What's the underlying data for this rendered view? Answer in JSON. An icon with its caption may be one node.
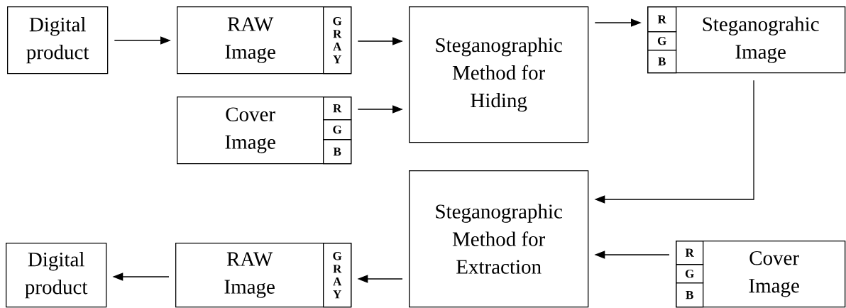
{
  "diagram": {
    "nodes": [
      {
        "text": [
          "Digital product"
        ]
      },
      {
        "text": [
          "RAW Image"
        ]
      },
      {
        "text": [
          "G",
          "R",
          "A",
          "Y"
        ],
        "in": 1
      },
      {
        "text": [
          "Steganographic Method for Hiding"
        ]
      },
      {
        "text": [
          "Steganograhic Image"
        ]
      },
      {
        "text": [
          "R"
        ],
        "in": 4
      },
      {
        "text": [
          "G"
        ],
        "in": 4
      },
      {
        "text": [
          "B"
        ],
        "in": 4
      },
      {
        "text": [
          "Cover Image"
        ]
      },
      {
        "text": [
          "R"
        ],
        "in": 8
      },
      {
        "text": [
          "G"
        ],
        "in": 8
      },
      {
        "text": [
          "B"
        ],
        "in": 8
      },
      {
        "text": [
          "Steganographic Method for Extraction"
        ]
      },
      {
        "text": [
          "Digital product"
        ]
      },
      {
        "text": [
          "RAW Image"
        ]
      },
      {
        "text": [
          "G",
          "R",
          "A",
          "Y"
        ],
        "in": 14
      },
      {
        "text": [
          "Cover Image"
        ]
      },
      {
        "text": [
          "R"
        ],
        "in": 16
      },
      {
        "text": [
          "G"
        ],
        "in": 16
      },
      {
        "text": [
          "B"
        ],
        "in": 16
      }
    ],
    "edges": [
      {
        "from": 0,
        "to": 1,
        "arrow": "to"
      },
      {
        "from": 1,
        "to": 3,
        "arrow": "to"
      },
      {
        "from": 8,
        "to": 3,
        "arrow": "to"
      },
      {
        "from": 3,
        "to": 4,
        "arrow": "to"
      },
      {
        "from": 4,
        "to": 12,
        "arrow": "to"
      },
      {
        "from": 16,
        "to": 12,
        "arrow": "to"
      },
      {
        "from": 12,
        "to": 14,
        "arrow": "to"
      },
      {
        "from": 14,
        "to": 13,
        "arrow": "to"
      }
    ]
  }
}
